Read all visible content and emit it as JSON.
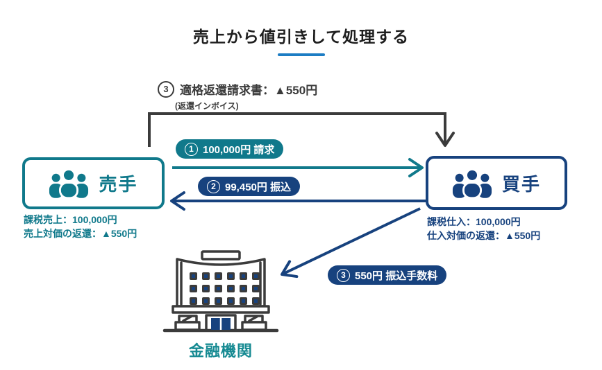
{
  "title": "売上から値引きして処理する",
  "return_invoice": {
    "number": "3",
    "label": "適格返還請求書：▲550円",
    "note": "(返還インボイス)"
  },
  "seller": {
    "name": "売手",
    "detail1": "課税売上：100,000円",
    "detail2": "売上対価の返還：▲550円"
  },
  "buyer": {
    "name": "買手",
    "detail1": "課税仕入：100,000円",
    "detail2": "仕入対価の返還：▲550円"
  },
  "flows": [
    {
      "number": "1",
      "label": "100,000円 請求",
      "direction": "seller→buyer",
      "color": "#10798b"
    },
    {
      "number": "2",
      "label": "99,450円 振込",
      "direction": "buyer→seller",
      "color": "#17427e"
    },
    {
      "number": "3",
      "label": "550円 振込手数料",
      "direction": "buyer→bank",
      "color": "#17427e"
    }
  ],
  "bank": {
    "name": "金融機関"
  },
  "colors": {
    "teal": "#10798b",
    "navy": "#17427e",
    "gray": "#3b3b3b",
    "underline_blue": "#1d7dc4",
    "bank_label_teal": "#168a92"
  }
}
